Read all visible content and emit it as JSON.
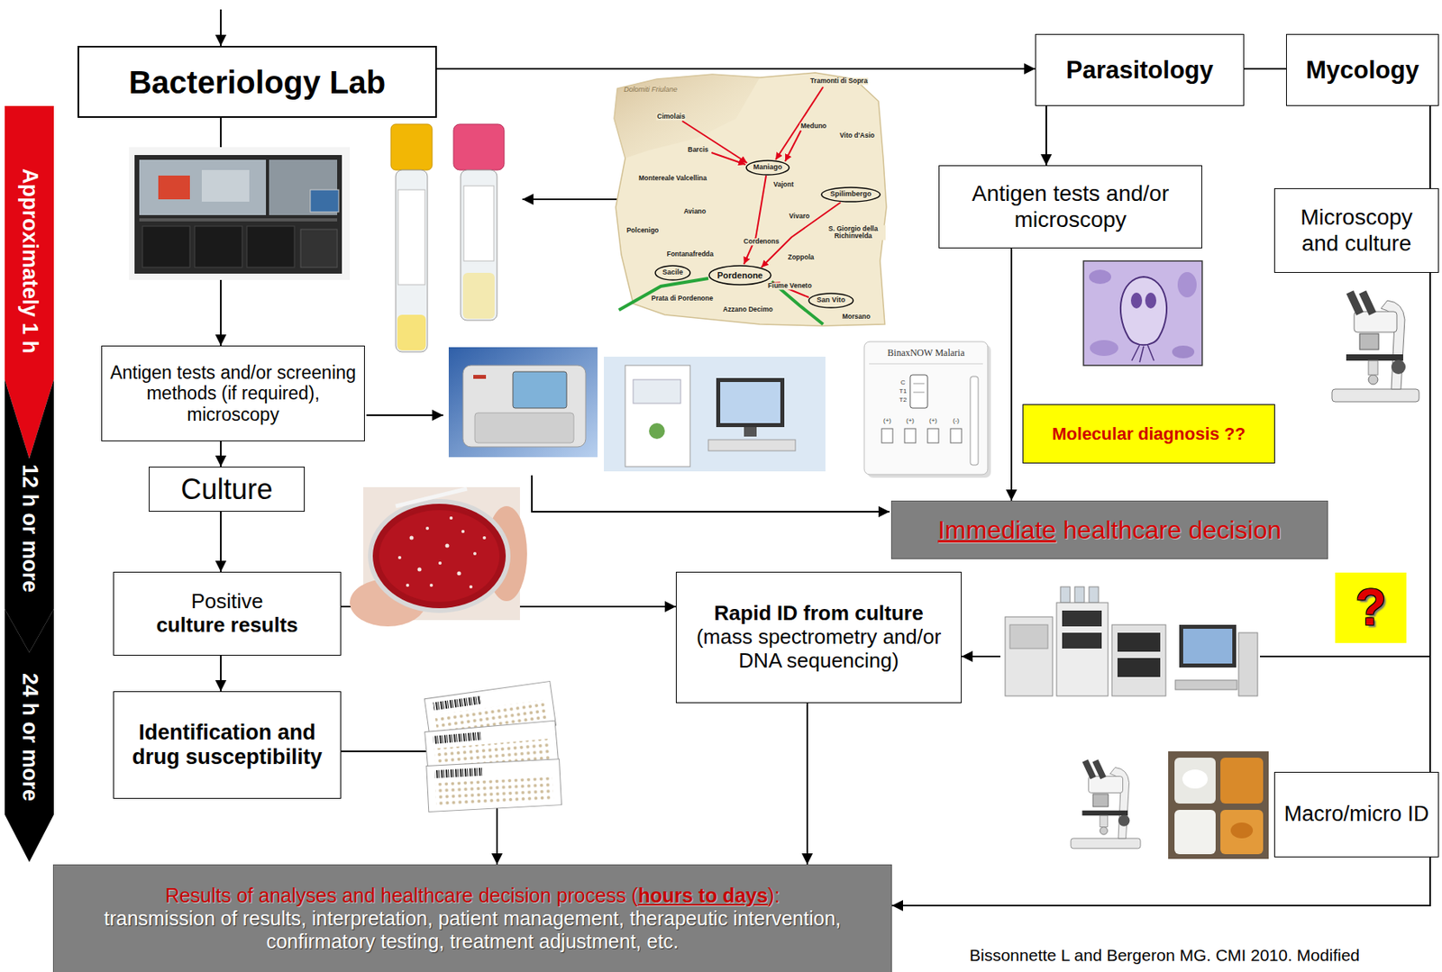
{
  "diagram": {
    "caption": "Bissonnette L and Bergeron MG. CMI 2010. Modified",
    "nodes": [
      {
        "text": [
          "Approximately 1 h"
        ]
      },
      {
        "text": [
          "12 h or more"
        ]
      },
      {
        "text": [
          "24 h or more"
        ]
      },
      {
        "text": [
          "Bacteriology Lab"
        ]
      },
      {
        "text": [
          "Parasitology"
        ]
      },
      {
        "text": [
          "Mycology"
        ]
      },
      {
        "text": [
          "Antigen tests and/or microscopy"
        ]
      },
      {
        "text": [
          "Microscopy and culture"
        ]
      },
      {
        "text": [
          "Antigen tests and/or screening methods (if required), microscopy"
        ]
      },
      {
        "text": [
          "Culture"
        ]
      },
      {
        "text": [
          "Molecular diagnosis ??"
        ]
      },
      {
        "text": [
          "Immediate",
          "healthcare decision"
        ]
      },
      {
        "text": [
          "Positive",
          "culture results"
        ]
      },
      {
        "text": [
          "Rapid ID from culture",
          "(mass spectrometry and/or DNA sequencing)"
        ]
      },
      {
        "text": [
          "?"
        ]
      },
      {
        "text": [
          "Identification and drug susceptibility"
        ]
      },
      {
        "text": [
          "Macro/micro ID"
        ]
      },
      {
        "text": [
          "Results of analyses and healthcare decision process (",
          "hours to days",
          "):",
          "transmission of results, interpretation, patient management, therapeutic intervention, confirmatory testing, treatment adjustment, etc."
        ]
      }
    ],
    "edges": [
      {
        "from": 3,
        "to": 4,
        "arrow": "to"
      },
      {
        "from": 4,
        "to": 5,
        "arrow": "none"
      },
      {
        "from": 4,
        "to": 6,
        "arrow": "to"
      },
      {
        "from": 5,
        "to": 7,
        "arrow": "none"
      },
      {
        "from": 7,
        "to": 16,
        "arrow": "none"
      },
      {
        "from": 7,
        "to": 13,
        "arrow": "to"
      },
      {
        "from": 16,
        "to": 17,
        "arrow": "to"
      },
      {
        "from": 3,
        "to": 8,
        "arrow": "to"
      },
      {
        "from": 8,
        "to": 9,
        "arrow": "to"
      },
      {
        "from": 9,
        "to": 12,
        "arrow": "to"
      },
      {
        "from": 12,
        "to": 15,
        "arrow": "to"
      },
      {
        "from": 12,
        "to": 13,
        "arrow": "to"
      },
      {
        "from": 6,
        "to": 11,
        "arrow": "to"
      },
      {
        "from": 13,
        "to": 17,
        "arrow": "to"
      },
      {
        "from": 15,
        "to": 17,
        "arrow": "to"
      }
    ],
    "labels": [
      "Dolomiti Friulane",
      "Tramonti di Sopra",
      "Cimolais",
      "Meduno",
      "Vito d'Asio",
      "Barcis",
      "Maniago",
      "Montereale Valcellina",
      "Vajont",
      "Spilimbergo",
      "Aviano",
      "Vivaro",
      "S. Giorgio della Richinvelda",
      "Polcenigo",
      "Cordenons",
      "Fontanafredda",
      "Zoppola",
      "Sacile",
      "Pordenone",
      "Fiume Veneto",
      "San Vito",
      "Prata di Pordenone",
      "Azzano Decimo",
      "Morsano",
      "BinaxNOW Malaria",
      "C",
      "T1",
      "T2",
      "(+)",
      "(+)",
      "(+)",
      "(-)"
    ]
  }
}
